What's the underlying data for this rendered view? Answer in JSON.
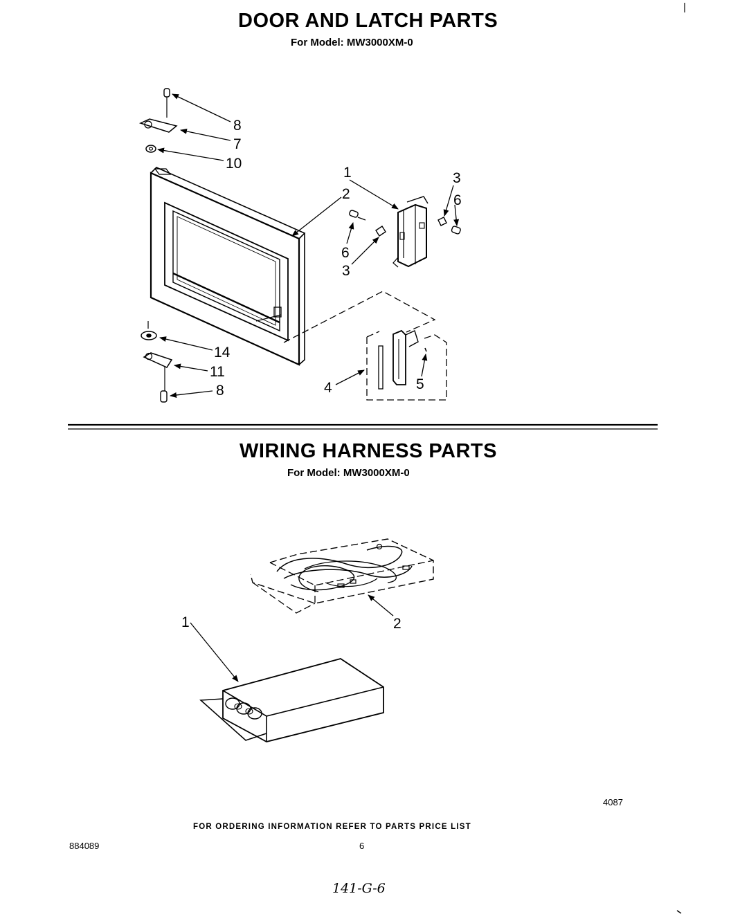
{
  "door_section": {
    "title": "DOOR AND LATCH PARTS",
    "subtitle": "For Model: MW3000XM-0",
    "callouts": [
      "8",
      "7",
      "10",
      "1",
      "2",
      "3",
      "6",
      "6",
      "3",
      "14",
      "11",
      "8",
      "4",
      "5"
    ]
  },
  "wiring_section": {
    "title": "WIRING HARNESS PARTS",
    "subtitle": "For Model: MW3000XM-0",
    "callouts": [
      "2",
      "1"
    ]
  },
  "figure_code": "4087",
  "footer": {
    "ordering_note": "FOR ORDERING INFORMATION REFER TO PARTS PRICE LIST",
    "doc_number": "884089",
    "page_number": "6",
    "handwritten": "141-G-6"
  },
  "colors": {
    "ink": "#000000",
    "paper": "#ffffff"
  }
}
